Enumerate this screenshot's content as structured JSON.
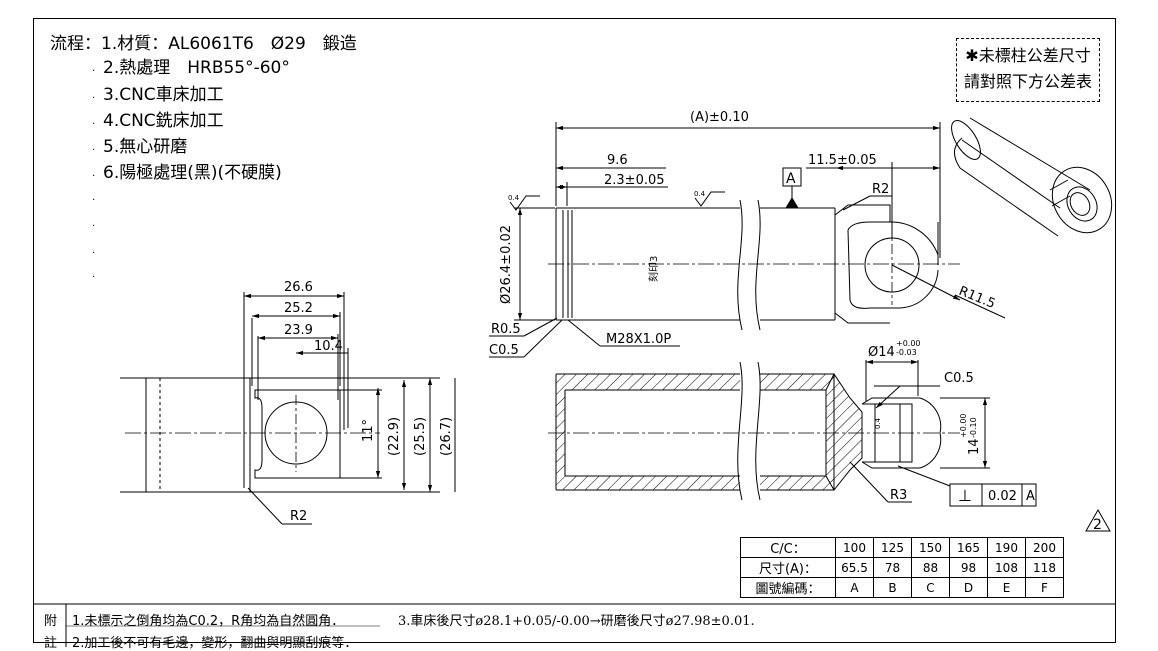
{
  "process": {
    "label": "流程：",
    "steps": [
      "1.材質：AL6061T6　Ø29　鍛造",
      "2.熱處理　HRB55°-60°",
      "3.CNC車床加工",
      "4.CNC銑床加工",
      "5.無心研磨",
      "6.陽極處理(黑)(不硬膜)"
    ]
  },
  "tolerance_note": [
    "✱未標柱公差尺寸",
    "請對照下方公差表"
  ],
  "dimensions": {
    "overall": "(A)±0.10",
    "d96": "9.6",
    "d23": "2.3±0.05",
    "d115": "11.5±0.05",
    "datum": "A",
    "r2_top": "R2",
    "r115": "R11.5",
    "dia264": "Ø26.4±0.02",
    "engrave": "刻印3",
    "rough1": "0.4",
    "rough2": "0.4",
    "r05": "R0.5",
    "c05": "C0.5",
    "thread": "M28X1.0P",
    "hole_dia": "Ø14",
    "hole_tol_up": "+0.00",
    "hole_tol_dn": "-0.03",
    "c05b": "C0.5",
    "bore14": "14",
    "bore_tol_up": "+0.00",
    "bore_tol_dn": "-0.10",
    "r3": "R3",
    "gdt_symbol": "⊥",
    "gdt_value": "0.02",
    "gdt_datum": "A",
    "revision": "2",
    "small_dim": "0.4",
    "v266": "26.6",
    "v252": "25.2",
    "v239": "23.9",
    "v104": "10.4",
    "v11": "11°",
    "v229": "(22.9)",
    "v255": "(25.5)",
    "v267": "(26.7)",
    "r2_left": "R2"
  },
  "table": {
    "headers": [
      "C/C：",
      "尺寸(A)：",
      "圖號編碼："
    ],
    "cc": [
      "100",
      "125",
      "150",
      "165",
      "190",
      "200"
    ],
    "size": [
      "65.5",
      "78",
      "88",
      "98",
      "108",
      "118"
    ],
    "code": [
      "A",
      "B",
      "C",
      "D",
      "E",
      "F"
    ]
  },
  "footnotes": {
    "label1": "附",
    "label2": "註",
    "n1": "1.未標示之倒角均為C0.2，R角均為自然圓角．",
    "n2": "2.加工後不可有毛邊，變形，翻曲與明顯刮痕等．",
    "n3": "3.車床後尺寸ø28.1+0.05/-0.00→研磨後尺寸ø27.98±0.01."
  }
}
